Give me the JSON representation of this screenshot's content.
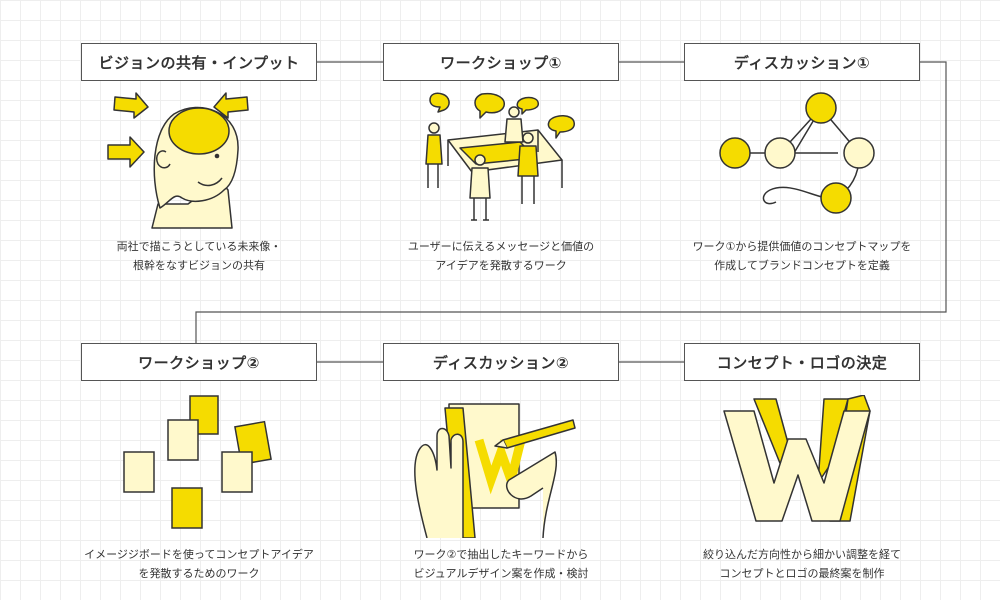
{
  "colors": {
    "accent": "#f5dc00",
    "pale": "#fff9cc",
    "line": "#555555",
    "ink": "#333333"
  },
  "steps": [
    {
      "title": "ビジョンの共有・インプット",
      "icon": "head-vision-icon",
      "desc": [
        "両社で描こうとしている未来像・",
        "根幹をなすビジョンの共有"
      ]
    },
    {
      "title": "ワークショップ①",
      "icon": "workshop-people-icon",
      "desc": [
        "ユーザーに伝えるメッセージと価値の",
        "アイデアを発散するワーク"
      ]
    },
    {
      "title": "ディスカッション①",
      "icon": "concept-map-icon",
      "desc": [
        "ワーク①から提供価値のコンセプトマップを",
        "作成してブランドコンセプトを定義"
      ]
    },
    {
      "title": "ワークショップ②",
      "icon": "sticky-notes-icon",
      "desc": [
        "イメージジボードを使ってコンセプトアイデア",
        "を発散するためのワーク"
      ]
    },
    {
      "title": "ディスカッション②",
      "icon": "design-drawing-icon",
      "desc": [
        "ワーク②で抽出したキーワードから",
        "ビジュアルデザイン案を作成・検討"
      ]
    },
    {
      "title": "コンセプト・ロゴの決定",
      "icon": "w-logo-icon",
      "desc": [
        "絞り込んだ方向性から細かい調整を経て",
        "コンセプトとロゴの最終案を制作"
      ]
    }
  ]
}
